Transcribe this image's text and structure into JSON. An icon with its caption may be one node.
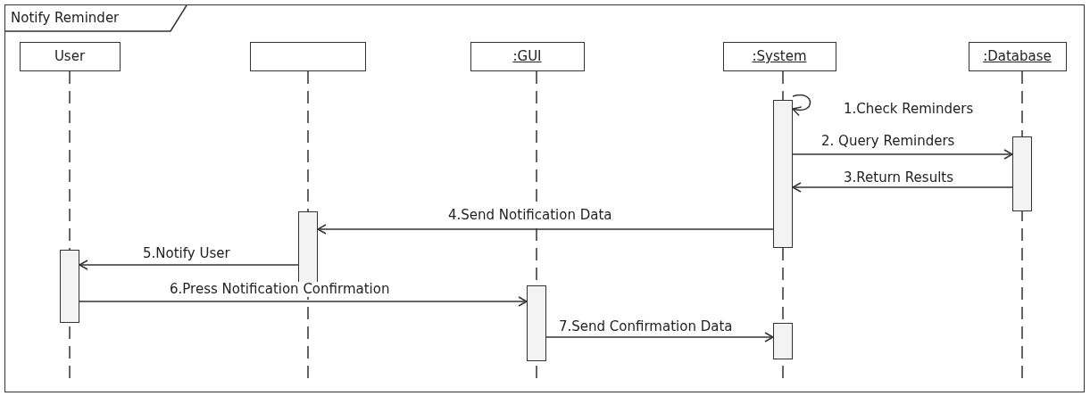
{
  "diagram": {
    "nodes": [
      {
        "text": [
          "Notify Reminder"
        ]
      },
      {
        "text": [
          "User"
        ],
        "in": 0
      },
      {
        "text": [],
        "shape": "box",
        "in": 0
      },
      {
        "text": [
          ":GUI"
        ],
        "in": 0
      },
      {
        "text": [
          ":System"
        ],
        "in": 0
      },
      {
        "text": [
          ":Database"
        ],
        "in": 0
      },
      {
        "text": [],
        "shape": "bar",
        "in": 0
      },
      {
        "text": [],
        "shape": "bar",
        "in": 0
      },
      {
        "text": [],
        "shape": "bar",
        "in": 0
      },
      {
        "text": [],
        "shape": "bar",
        "in": 0
      },
      {
        "text": [],
        "shape": "bar",
        "in": 0
      },
      {
        "text": [],
        "shape": "bar",
        "in": 0
      }
    ],
    "edges": [
      {
        "from": 6,
        "to": 6,
        "arrow": "to",
        "label": "1.Check Reminders"
      },
      {
        "from": 6,
        "to": 7,
        "arrow": "to",
        "label": "2. Query Reminders"
      },
      {
        "from": 7,
        "to": 6,
        "arrow": "to",
        "label": "3.Return Results"
      },
      {
        "from": 6,
        "to": 8,
        "arrow": "to",
        "label": "4.Send Notification Data"
      },
      {
        "from": 8,
        "to": 9,
        "arrow": "to",
        "label": "5.Notify User"
      },
      {
        "from": 9,
        "to": 10,
        "arrow": "to",
        "label": "6.Press Notification Confirmation"
      },
      {
        "from": 10,
        "to": 11,
        "arrow": "to",
        "label": "7.Send Confirmation Data"
      }
    ]
  }
}
